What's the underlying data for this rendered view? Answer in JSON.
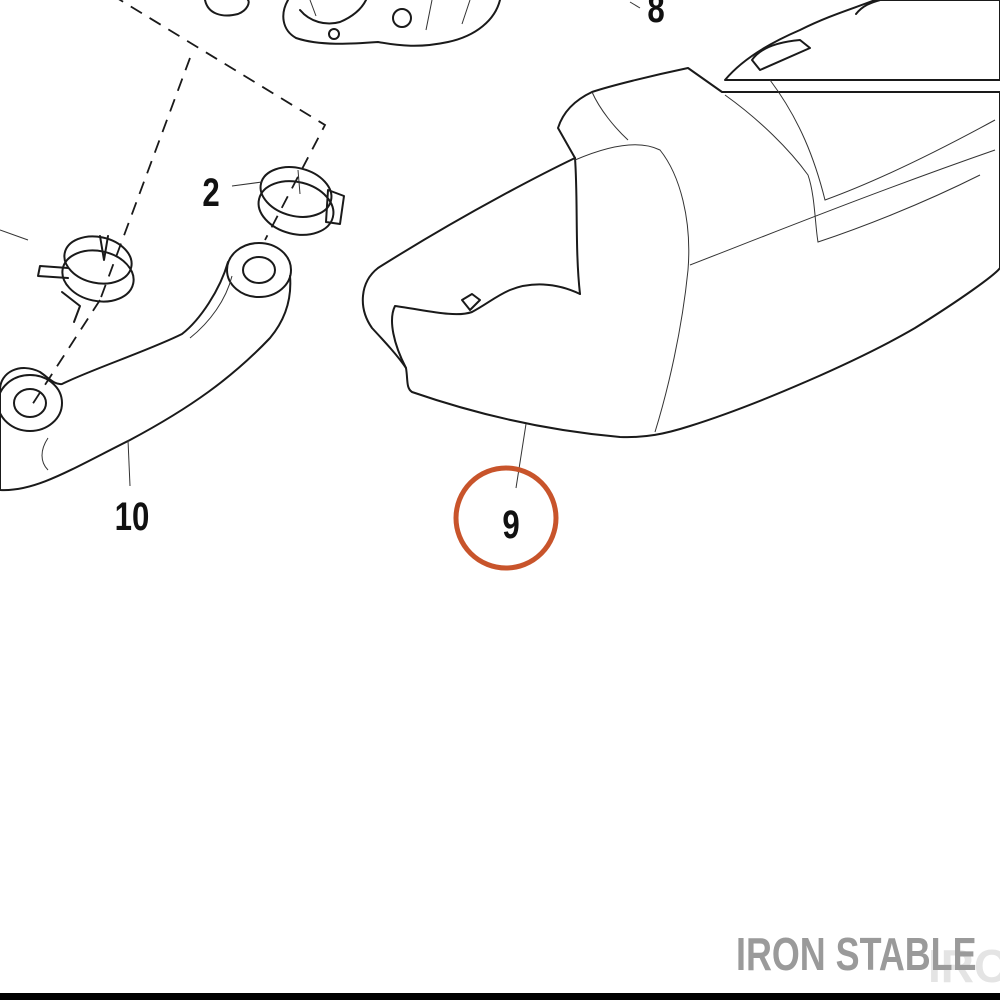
{
  "callouts": [
    {
      "id": "8",
      "label": "8"
    },
    {
      "id": "2",
      "label": "2"
    },
    {
      "id": "10",
      "label": "10"
    },
    {
      "id": "9",
      "label": "9"
    }
  ],
  "highlight": {
    "callout": "9",
    "color": "#C8542B"
  },
  "watermark": {
    "text": "IRON STABLE",
    "ghost_text": "IRON"
  },
  "colors": {
    "line": "#1a1a1a",
    "watermark": "#9a9a9a",
    "bottom_bar": "#000000"
  }
}
